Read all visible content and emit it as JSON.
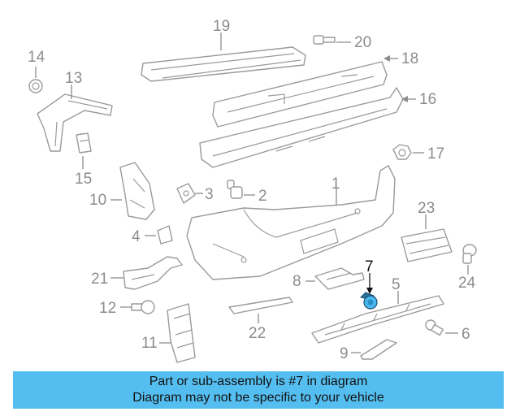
{
  "diagram": {
    "highlighted_part": "7",
    "callouts": [
      "19",
      "20",
      "14",
      "13",
      "18",
      "16",
      "15",
      "17",
      "10",
      "3",
      "2",
      "1",
      "23",
      "4",
      "21",
      "8",
      "7",
      "5",
      "24",
      "12",
      "22",
      "11",
      "6",
      "9"
    ],
    "highlight_color": "#4ab8ef"
  },
  "footer": {
    "line1": "Part or sub-assembly is #7 in diagram",
    "line2": "Diagram may not be specific to your vehicle",
    "background": "#55bef0"
  }
}
